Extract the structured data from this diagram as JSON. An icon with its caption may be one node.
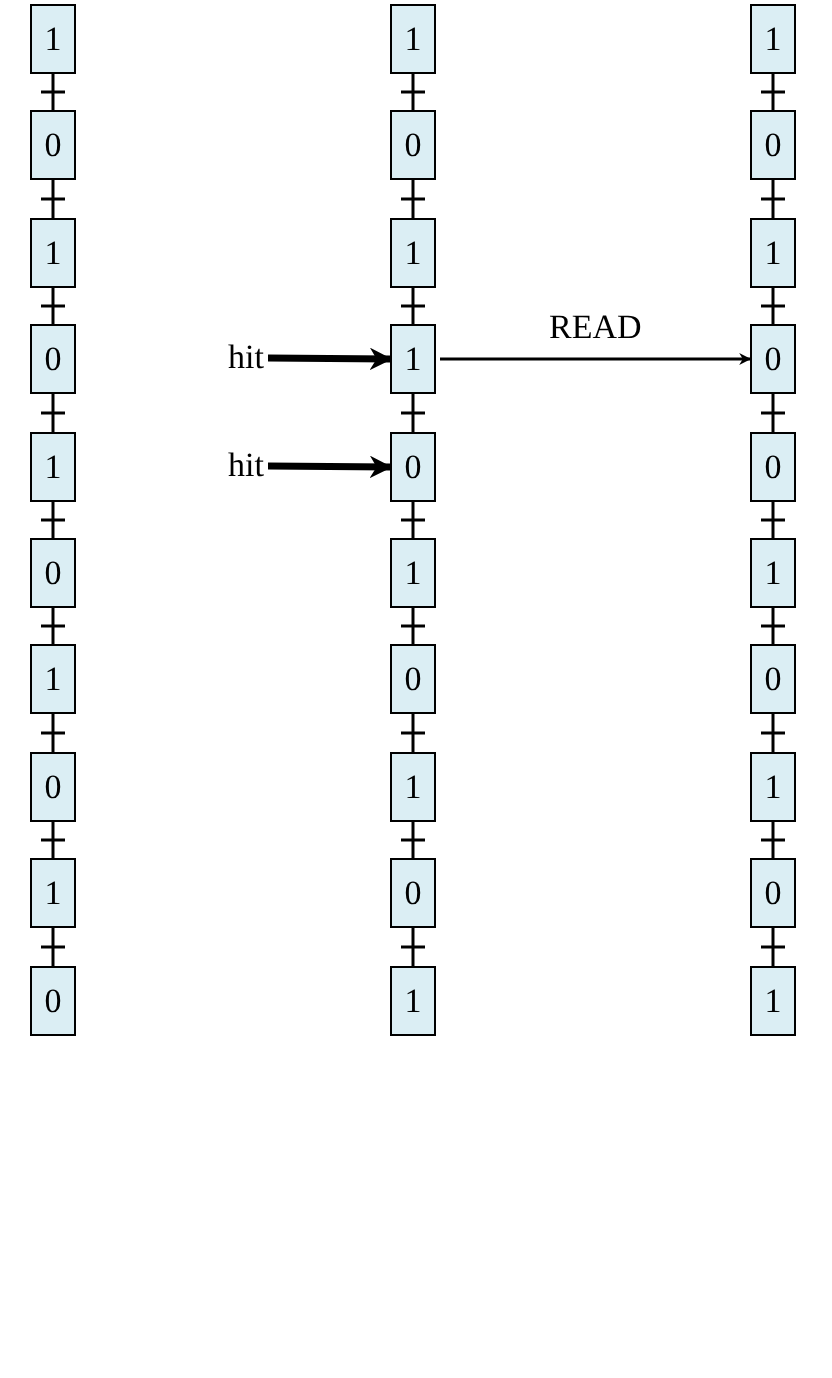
{
  "diagram": {
    "nodes": [
      {
        "text": [
          "1"
        ]
      },
      {
        "text": [
          "0"
        ]
      },
      {
        "text": [
          "1"
        ]
      },
      {
        "text": [
          "0"
        ]
      },
      {
        "text": [
          "1"
        ]
      },
      {
        "text": [
          "0"
        ]
      },
      {
        "text": [
          "1"
        ]
      },
      {
        "text": [
          "0"
        ]
      },
      {
        "text": [
          "1"
        ]
      },
      {
        "text": [
          "0"
        ]
      },
      {
        "text": [
          "1"
        ]
      },
      {
        "text": [
          "0"
        ]
      },
      {
        "text": [
          "1"
        ]
      },
      {
        "text": [
          "1"
        ]
      },
      {
        "text": [
          "0"
        ]
      },
      {
        "text": [
          "1"
        ]
      },
      {
        "text": [
          "0"
        ]
      },
      {
        "text": [
          "1"
        ]
      },
      {
        "text": [
          "0"
        ]
      },
      {
        "text": [
          "1"
        ]
      },
      {
        "text": [
          "1"
        ]
      },
      {
        "text": [
          "0"
        ]
      },
      {
        "text": [
          "1"
        ]
      },
      {
        "text": [
          "0"
        ]
      },
      {
        "text": [
          "0"
        ]
      },
      {
        "text": [
          "1"
        ]
      },
      {
        "text": [
          "0"
        ]
      },
      {
        "text": [
          "1"
        ]
      },
      {
        "text": [
          "0"
        ]
      },
      {
        "text": [
          "1"
        ]
      },
      {
        "text": [
          "hit"
        ]
      },
      {
        "text": [
          "hit"
        ]
      }
    ],
    "edges": [
      {
        "from": 0,
        "to": 1,
        "arrow": "none"
      },
      {
        "from": 1,
        "to": 2,
        "arrow": "none"
      },
      {
        "from": 2,
        "to": 3,
        "arrow": "none"
      },
      {
        "from": 3,
        "to": 4,
        "arrow": "none"
      },
      {
        "from": 4,
        "to": 5,
        "arrow": "none"
      },
      {
        "from": 5,
        "to": 6,
        "arrow": "none"
      },
      {
        "from": 6,
        "to": 7,
        "arrow": "none"
      },
      {
        "from": 7,
        "to": 8,
        "arrow": "none"
      },
      {
        "from": 8,
        "to": 9,
        "arrow": "none"
      },
      {
        "from": 10,
        "to": 11,
        "arrow": "none"
      },
      {
        "from": 11,
        "to": 12,
        "arrow": "none"
      },
      {
        "from": 12,
        "to": 13,
        "arrow": "none"
      },
      {
        "from": 13,
        "to": 14,
        "arrow": "none"
      },
      {
        "from": 14,
        "to": 15,
        "arrow": "none"
      },
      {
        "from": 15,
        "to": 16,
        "arrow": "none"
      },
      {
        "from": 16,
        "to": 17,
        "arrow": "none"
      },
      {
        "from": 17,
        "to": 18,
        "arrow": "none"
      },
      {
        "from": 18,
        "to": 19,
        "arrow": "none"
      },
      {
        "from": 20,
        "to": 21,
        "arrow": "none"
      },
      {
        "from": 21,
        "to": 22,
        "arrow": "none"
      },
      {
        "from": 22,
        "to": 23,
        "arrow": "none"
      },
      {
        "from": 23,
        "to": 24,
        "arrow": "none"
      },
      {
        "from": 24,
        "to": 25,
        "arrow": "none"
      },
      {
        "from": 25,
        "to": 26,
        "arrow": "none"
      },
      {
        "from": 26,
        "to": 27,
        "arrow": "none"
      },
      {
        "from": 27,
        "to": 28,
        "arrow": "none"
      },
      {
        "from": 28,
        "to": 29,
        "arrow": "none"
      },
      {
        "from": 30,
        "to": 13,
        "arrow": "to",
        "style": "thick"
      },
      {
        "from": 31,
        "to": 14,
        "arrow": "to",
        "style": "thick"
      },
      {
        "from": 13,
        "to": 23,
        "arrow": "to",
        "label": "READ"
      }
    ]
  }
}
